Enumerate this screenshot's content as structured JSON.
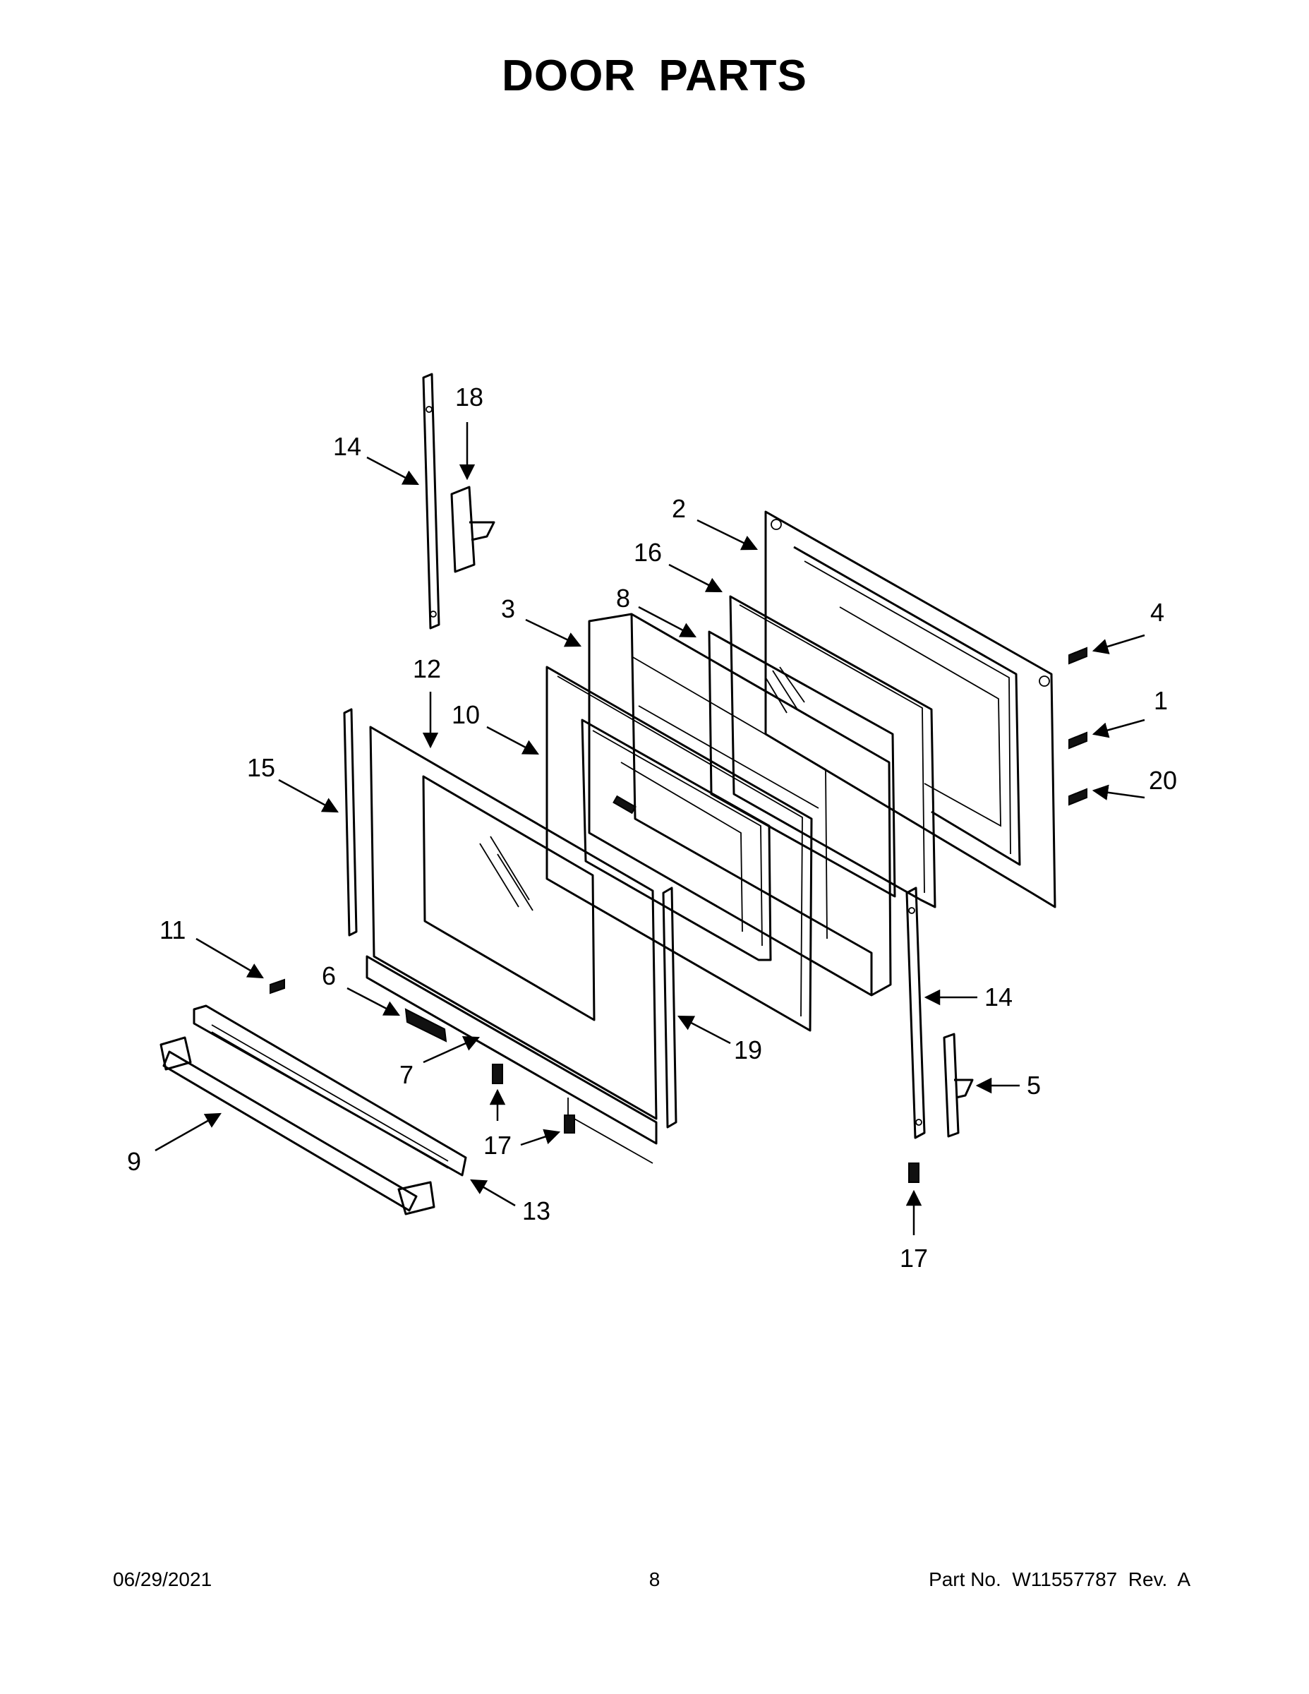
{
  "title": "DOOR PARTS",
  "footer": {
    "date": "06/29/2021",
    "page_number": "8",
    "part_number": "Part No.  W11557787  Rev.  A"
  },
  "callouts": [
    {
      "id": "c14a",
      "label": "14"
    },
    {
      "id": "c18",
      "label": "18"
    },
    {
      "id": "c2",
      "label": "2"
    },
    {
      "id": "c16",
      "label": "16"
    },
    {
      "id": "c3",
      "label": "3"
    },
    {
      "id": "c8",
      "label": "8"
    },
    {
      "id": "c4",
      "label": "4"
    },
    {
      "id": "c12",
      "label": "12"
    },
    {
      "id": "c10",
      "label": "10"
    },
    {
      "id": "c1",
      "label": "1"
    },
    {
      "id": "c15",
      "label": "15"
    },
    {
      "id": "c20",
      "label": "20"
    },
    {
      "id": "c11",
      "label": "11"
    },
    {
      "id": "c6",
      "label": "6"
    },
    {
      "id": "c14b",
      "label": "14"
    },
    {
      "id": "c7",
      "label": "7"
    },
    {
      "id": "c19",
      "label": "19"
    },
    {
      "id": "c5",
      "label": "5"
    },
    {
      "id": "c17a",
      "label": "17"
    },
    {
      "id": "c9",
      "label": "9"
    },
    {
      "id": "c13",
      "label": "13"
    },
    {
      "id": "c17b",
      "label": "17"
    }
  ]
}
